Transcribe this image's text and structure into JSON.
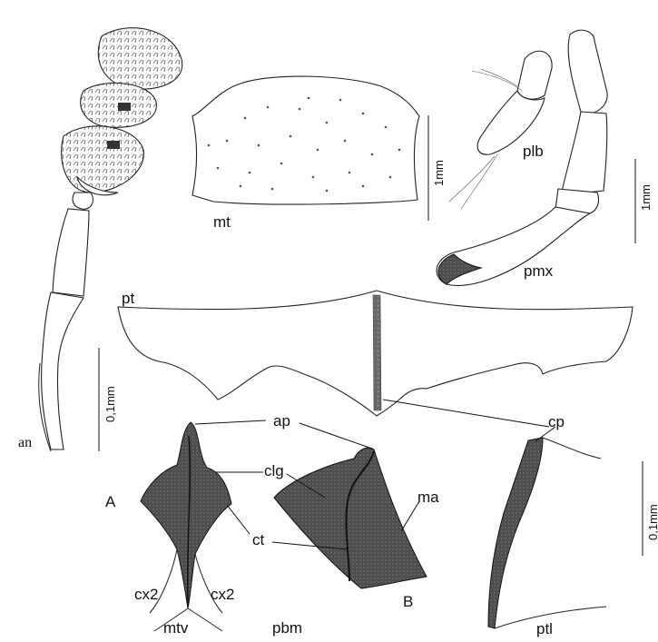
{
  "labels": {
    "an": "an",
    "mt": "mt",
    "plb": "plb",
    "pmx": "pmx",
    "pt": "pt",
    "ap": "ap",
    "clg": "clg",
    "ma": "ma",
    "ct": "ct",
    "cp": "cp",
    "ptl": "ptl",
    "cx2_left": "cx2",
    "cx2_right": "cx2",
    "mtv": "mtv",
    "pbm": "pbm",
    "fig_A": "A",
    "fig_B": "B"
  },
  "scale_bars": {
    "mt_bar": "1mm",
    "maxilla_bar": "1mm",
    "antenna_bar": "0,1mm",
    "ptl_bar": "0,1mm"
  }
}
